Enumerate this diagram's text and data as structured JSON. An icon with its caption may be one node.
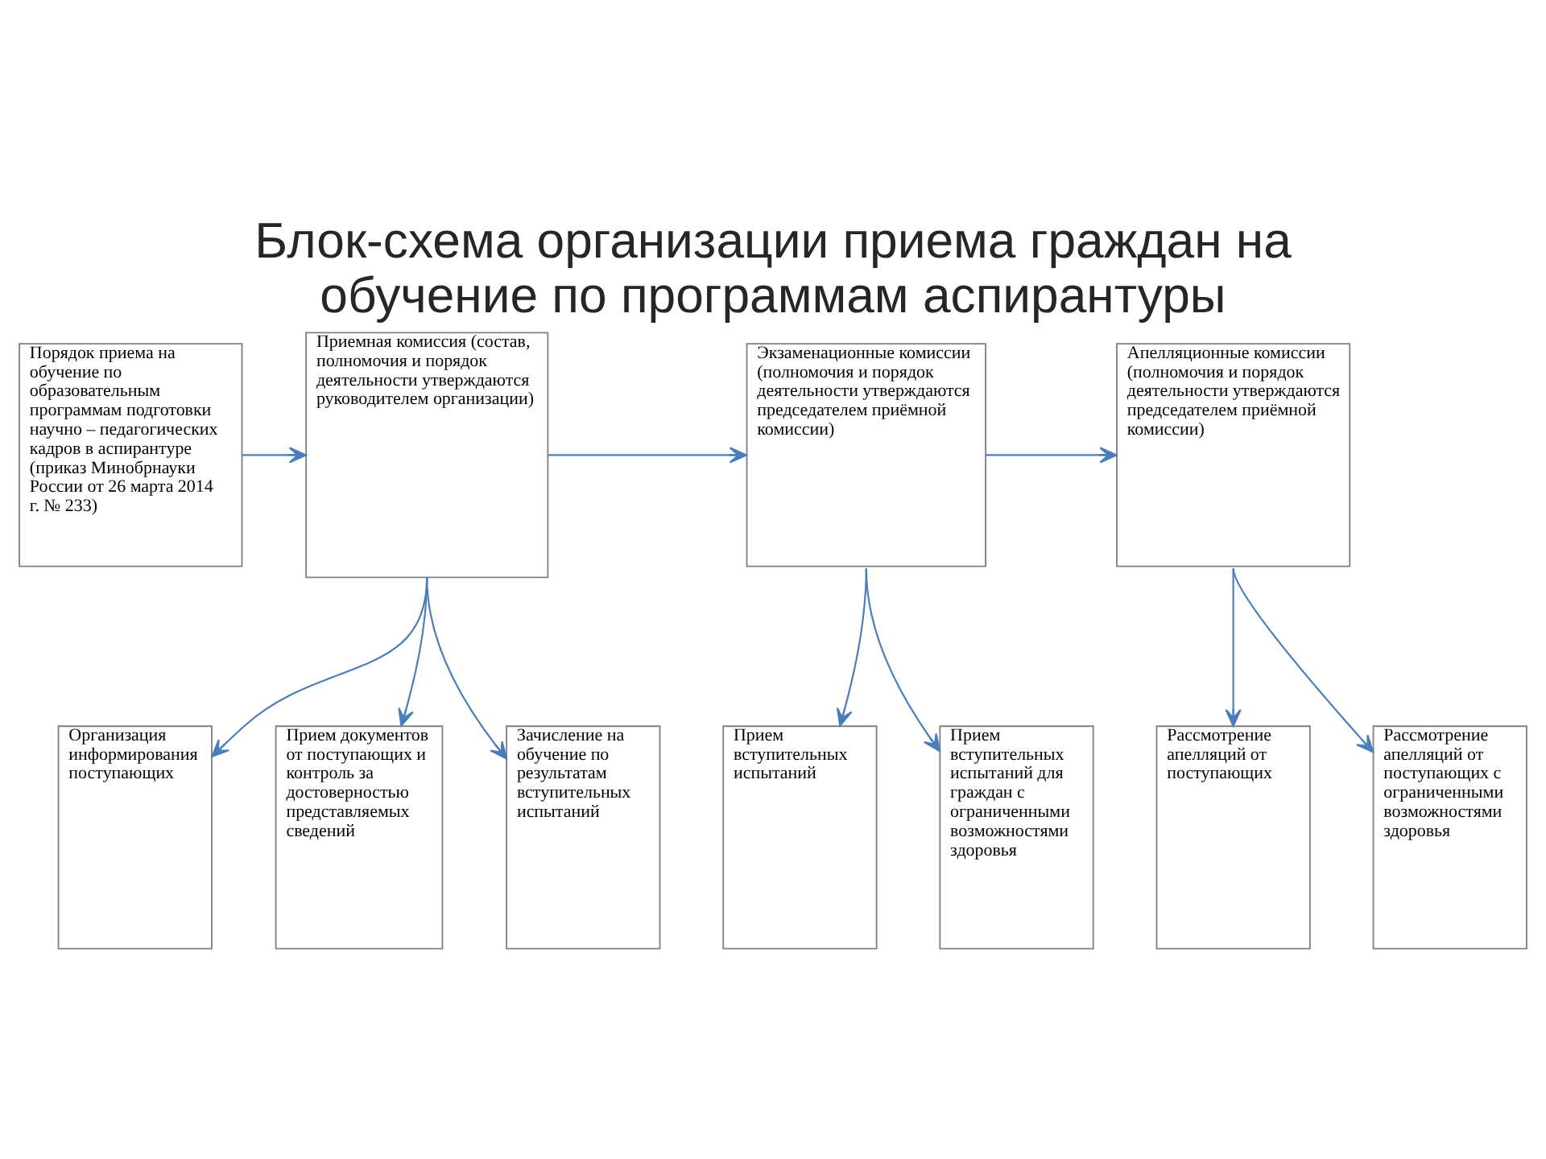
{
  "diagram": {
    "title": "Блок-схема организации приема граждан на обучение по программам аспирантуры",
    "nodes": [
      {
        "text": [
          "Порядок приема на обучение по образовательным программам подготовки научно – педагогических кадров в аспирантуре (приказ Минобрнауки России от 26 марта 2014 г. № 233)"
        ]
      },
      {
        "text": [
          "Приемная комиссия (состав, полномочия и порядок деятельности утверждаются руководителем организации)"
        ]
      },
      {
        "text": [
          "Экзаменационные комиссии (полномочия и порядок деятельности утверждаются председателем приёмной комиссии)"
        ]
      },
      {
        "text": [
          "Апелляционные комиссии (полномочия и порядок деятельности утверждаются председателем приёмной комиссии)"
        ]
      },
      {
        "text": [
          "Организация информирования поступающих"
        ]
      },
      {
        "text": [
          "Прием документов от поступающих и контроль за достоверностью представляемых сведений"
        ]
      },
      {
        "text": [
          "Зачисление на обучение по результатам вступительных испытаний"
        ]
      },
      {
        "text": [
          "Прием вступительных испытаний"
        ]
      },
      {
        "text": [
          "Прием вступительных испытаний для граждан с ограниченными возможностями здоровья"
        ]
      },
      {
        "text": [
          "Рассмотрение апелляций от поступающих"
        ]
      },
      {
        "text": [
          "Рассмотрение апелляций от поступающих с ограниченными возможностями здоровья"
        ]
      }
    ],
    "edges": [
      {
        "from": 0,
        "to": 1,
        "arrow": "to"
      },
      {
        "from": 1,
        "to": 2,
        "arrow": "to"
      },
      {
        "from": 2,
        "to": 3,
        "arrow": "to"
      },
      {
        "from": 1,
        "to": 4,
        "arrow": "to"
      },
      {
        "from": 1,
        "to": 5,
        "arrow": "to"
      },
      {
        "from": 1,
        "to": 6,
        "arrow": "to"
      },
      {
        "from": 2,
        "to": 7,
        "arrow": "to"
      },
      {
        "from": 2,
        "to": 8,
        "arrow": "to"
      },
      {
        "from": 3,
        "to": 9,
        "arrow": "to"
      },
      {
        "from": 3,
        "to": 10,
        "arrow": "to"
      }
    ]
  }
}
